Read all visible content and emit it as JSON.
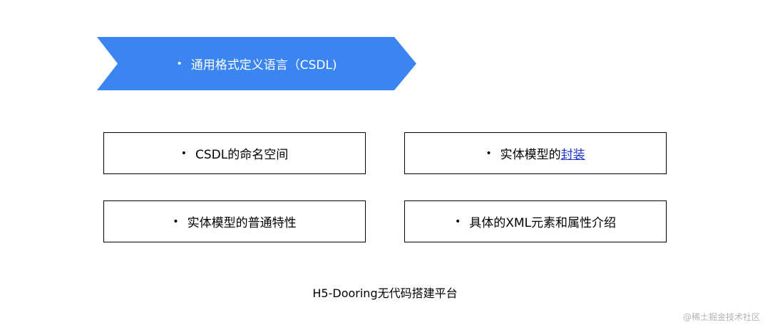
{
  "banner": {
    "text": "通用格式定义语言（CSDL)",
    "color": "#3a85f2"
  },
  "boxes": [
    {
      "label": "CSDL的命名空间"
    },
    {
      "label": "实体模型的",
      "link": "封装"
    },
    {
      "label": "实体模型的普通特性"
    },
    {
      "label": "具体的XML元素和属性介绍"
    }
  ],
  "footer": {
    "text": "H5-Dooring无代码搭建平台"
  },
  "watermark": {
    "text": "@稀土掘金技术社区"
  },
  "bullet": "•"
}
